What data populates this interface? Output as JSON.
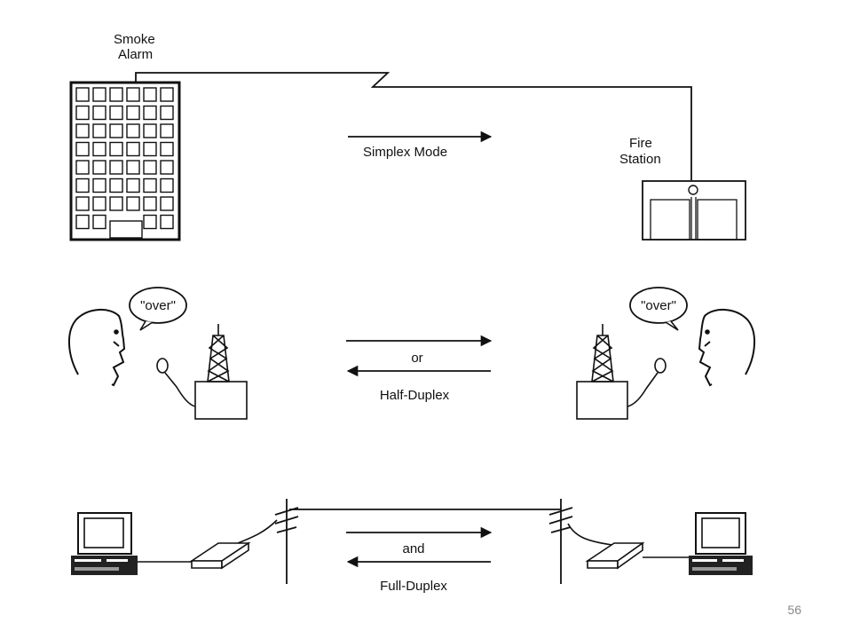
{
  "simplex": {
    "source_label_line1": "Smoke",
    "source_label_line2": "Alarm",
    "dest_label_line1": "Fire",
    "dest_label_line2": "Station",
    "mode_label": "Simplex Mode"
  },
  "half_duplex": {
    "left_bubble": "\"over\"",
    "right_bubble": "\"over\"",
    "connector": "or",
    "mode_label": "Half-Duplex"
  },
  "full_duplex": {
    "connector": "and",
    "mode_label": "Full-Duplex"
  },
  "page_number": "56"
}
